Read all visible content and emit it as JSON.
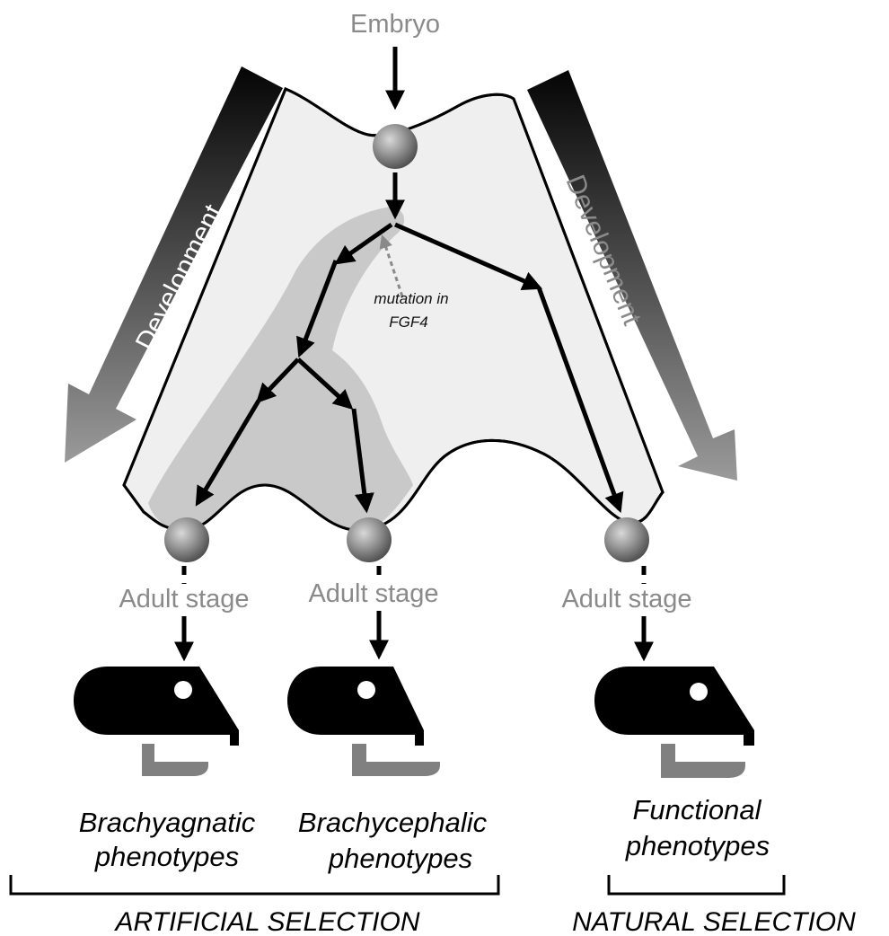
{
  "top_label": "Embryo",
  "development_left": "Development",
  "development_right": "Development",
  "mutation_line1": "mutation in",
  "mutation_line2": "FGF4",
  "adult_stage_1": "Adult stage",
  "adult_stage_2": "Adult stage",
  "adult_stage_3": "Adult stage",
  "phenotype_1_line1": "Brachyagnatic",
  "phenotype_1_line2": "phenotypes",
  "phenotype_2_line1": "Brachycephalic",
  "phenotype_2_line2": "phenotypes",
  "phenotype_3_line1": "Functional",
  "phenotype_3_line2": "phenotypes",
  "artificial_selection": "ARTIFICIAL SELECTION",
  "natural_selection": "NATURAL SELECTION",
  "colors": {
    "label_gray": "#8a8a8a",
    "landscape_fill": "#efefef",
    "shaded_valley": "#c9c9c9",
    "node": "#8c8c8c",
    "jaw": "#808080"
  }
}
